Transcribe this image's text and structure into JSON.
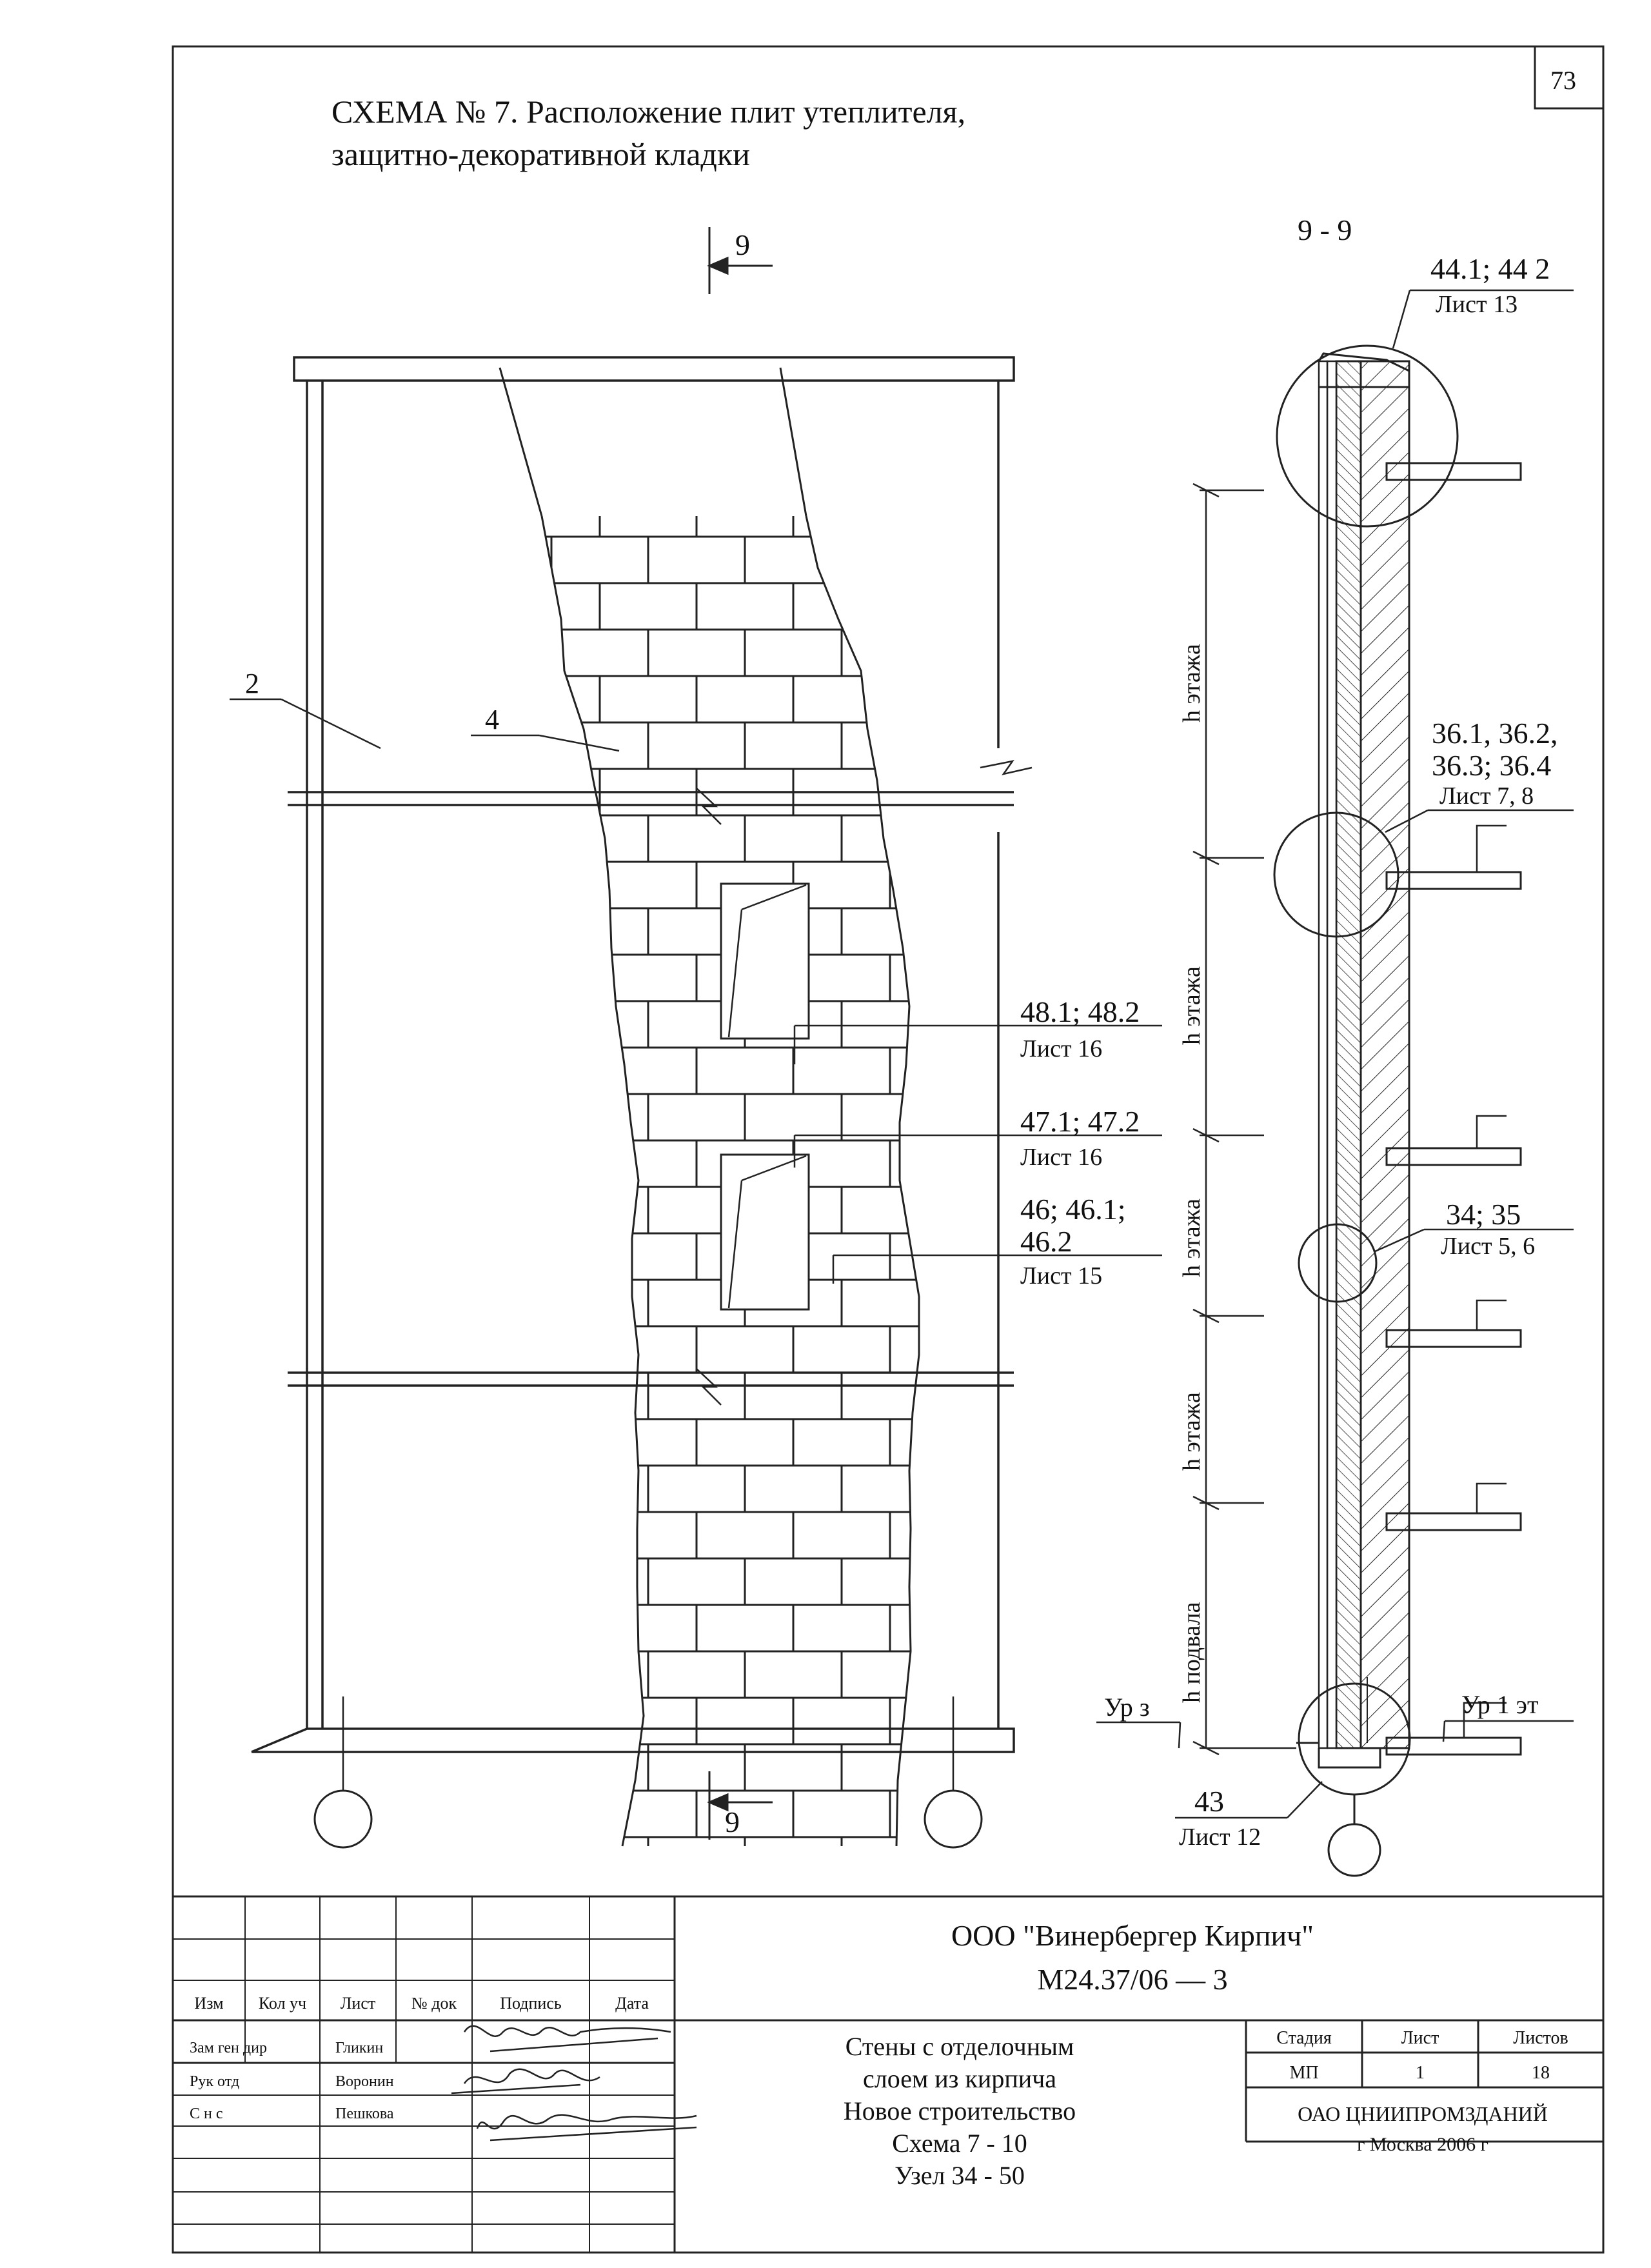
{
  "page_number": "73",
  "title": {
    "line1": "СХЕМА № 7. Расположение плит утеплителя,",
    "line2": "защитно-декоративной кладки"
  },
  "elevation": {
    "section_mark": "9",
    "callout_2": "2",
    "callout_4": "4",
    "callouts": [
      {
        "ref": "48.1; 48.2",
        "sheet": "Лист 16"
      },
      {
        "ref": "47.1; 47.2",
        "sheet": "Лист 16"
      },
      {
        "ref1": "46; 46.1;",
        "ref2": "46.2",
        "sheet": "Лист 15"
      }
    ]
  },
  "section": {
    "title": "9 - 9",
    "callouts": [
      {
        "ref": "44.1; 44 2",
        "sheet": "Лист 13"
      },
      {
        "ref1": "36.1, 36.2,",
        "ref2": "36.3; 36.4",
        "sheet": "Лист 7, 8"
      },
      {
        "ref": "34; 35",
        "sheet": "Лист 5, 6"
      },
      {
        "ref": "43",
        "sheet": "Лист 12"
      }
    ],
    "dims": [
      "h этажа",
      "h этажа",
      "h этажа",
      "h этажа",
      "h подвала"
    ],
    "level_ground": "Ур з",
    "level_first": "Ур 1 эт"
  },
  "stamp": {
    "company": "ООО \"Винербергер Кирпич\"",
    "code": "М24.37/06   —  3",
    "header_cols": [
      "Изм",
      "Кол уч",
      "Лист",
      "№ док",
      "Подпись",
      "Дата"
    ],
    "roles": [
      {
        "role": "Зам ген дир",
        "name": "Гликин"
      },
      {
        "role": "Рук отд",
        "name": "Воронин"
      },
      {
        "role": "С н с",
        "name": "Пешкова"
      }
    ],
    "description": [
      "Стены с отделочным",
      "слоем из кирпича",
      "Новое строительство",
      "Схема 7 - 10",
      "Узел 34 - 50"
    ],
    "stage_label": "Стадия",
    "sheet_label": "Лист",
    "sheets_label": "Листов",
    "stage": "МП",
    "sheet": "1",
    "sheets": "18",
    "org1": "ОАО ЦНИИПРОМЗДАНИЙ",
    "org2": "г  Москва 2006 г"
  }
}
